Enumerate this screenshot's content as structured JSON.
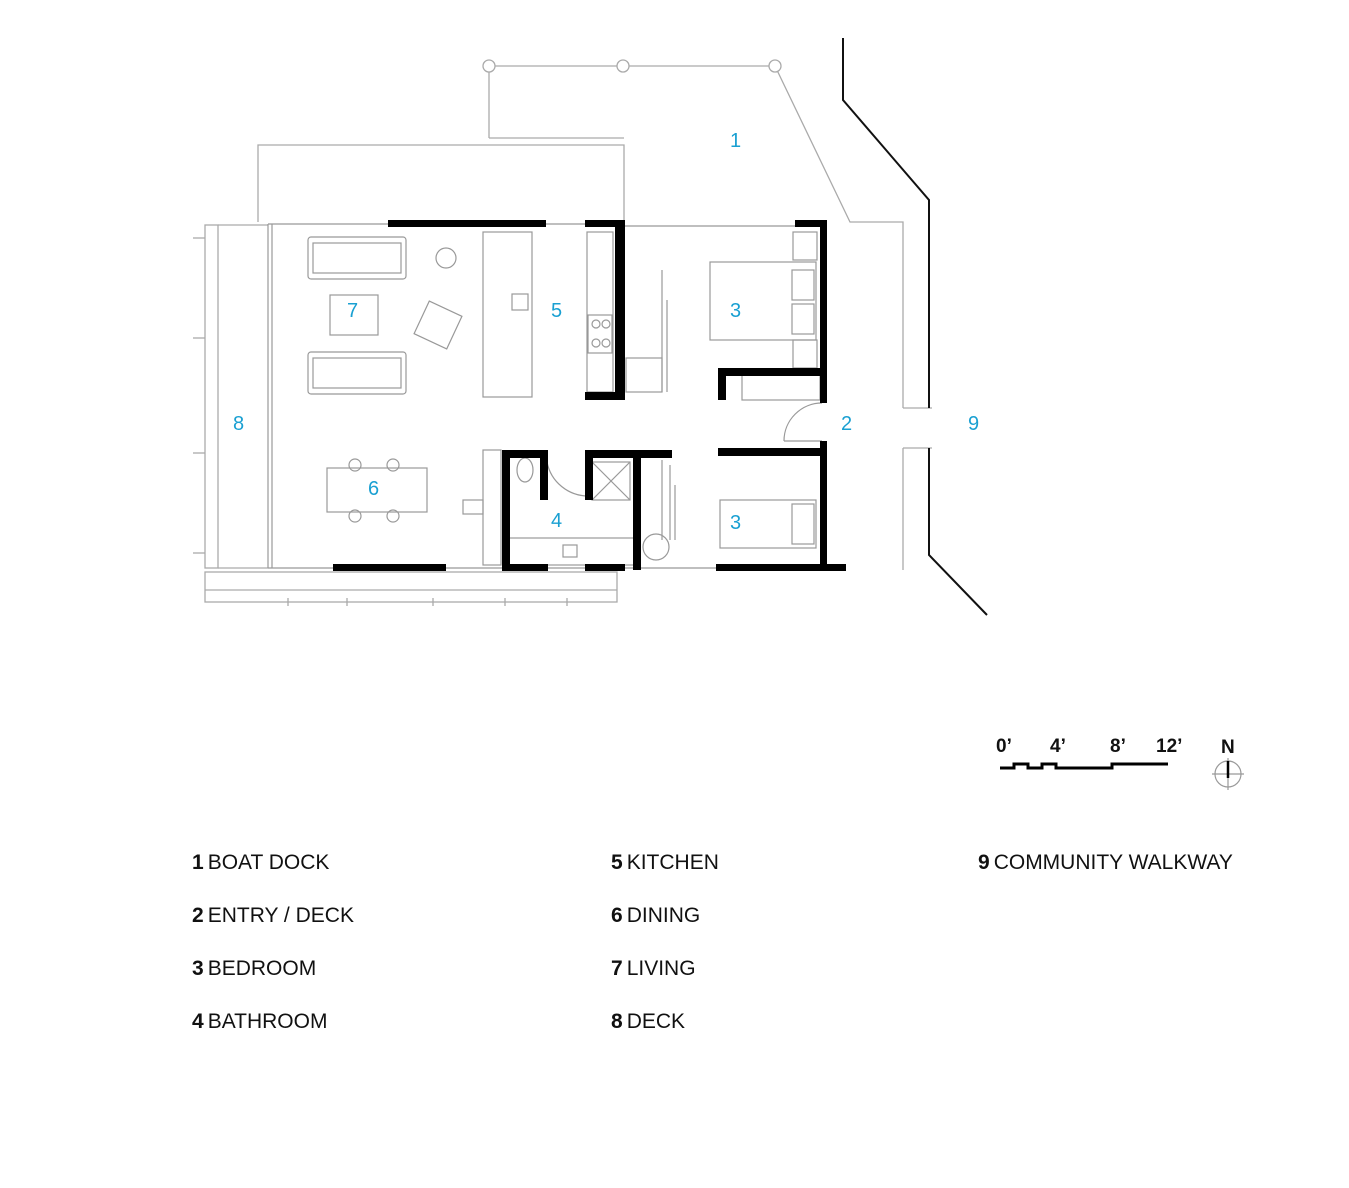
{
  "plan": {
    "room_numbers": {
      "boat_dock": "1",
      "entry_deck": "2",
      "bedroom_a": "3",
      "bedroom_b": "3",
      "bathroom": "4",
      "kitchen": "5",
      "dining": "6",
      "living": "7",
      "deck": "8",
      "walkway": "9"
    },
    "colors": {
      "room_number": "#1aa0d2",
      "wall": "#000000",
      "line": "#aaaaaa"
    }
  },
  "scale_bar": {
    "labels": [
      "0’",
      "4’",
      "8’",
      "12’"
    ]
  },
  "north_arrow": {
    "label": "N",
    "icon": "compass-north-icon"
  },
  "legend": {
    "items": [
      {
        "num": "1",
        "label": "BOAT DOCK"
      },
      {
        "num": "2",
        "label": "ENTRY / DECK"
      },
      {
        "num": "3",
        "label": "BEDROOM"
      },
      {
        "num": "4",
        "label": "BATHROOM"
      },
      {
        "num": "5",
        "label": "KITCHEN"
      },
      {
        "num": "6",
        "label": "DINING"
      },
      {
        "num": "7",
        "label": "LIVING"
      },
      {
        "num": "8",
        "label": "DECK"
      },
      {
        "num": "9",
        "label": "COMMUNITY WALKWAY"
      }
    ]
  }
}
